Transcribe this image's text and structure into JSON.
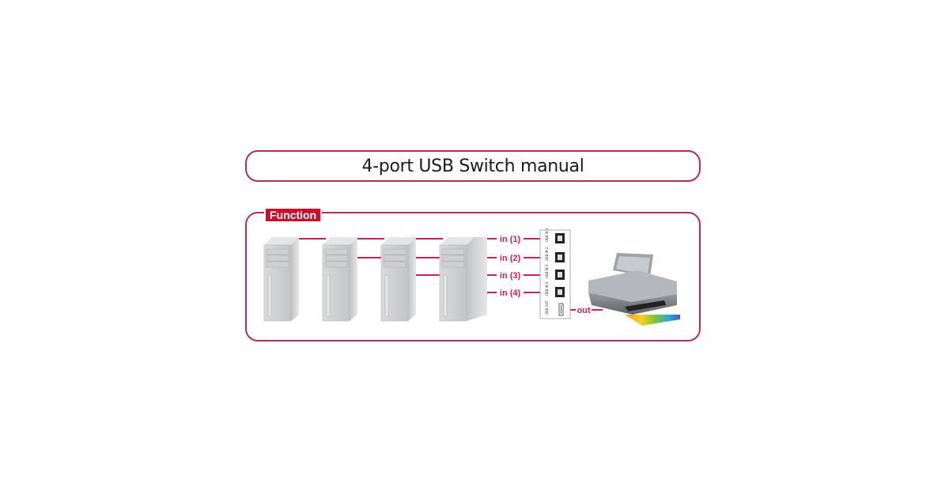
{
  "header": {
    "title": "4-port USB Switch manual"
  },
  "function_section": {
    "label": "Function",
    "computers": [
      {
        "name": "Computer 1",
        "port": "in (1)"
      },
      {
        "name": "Computer 2",
        "port": "in (2)"
      },
      {
        "name": "Computer 3",
        "port": "in (3)"
      },
      {
        "name": "Computer 4",
        "port": "in (4)"
      }
    ],
    "switch": {
      "ports": [
        {
          "label": "in (1)",
          "panel_text": "USB IN 1"
        },
        {
          "label": "in (2)",
          "panel_text": "USB IN 2"
        },
        {
          "label": "in (3)",
          "panel_text": "USB IN 3"
        },
        {
          "label": "in (4)",
          "panel_text": "USB IN 4"
        }
      ],
      "output": {
        "label": "out",
        "panel_text": "USB OUT"
      }
    },
    "printer": {
      "name": "Printer"
    }
  },
  "colors": {
    "accent": "#c8102e",
    "border": "#b0304e",
    "cable": "#c8245a"
  }
}
